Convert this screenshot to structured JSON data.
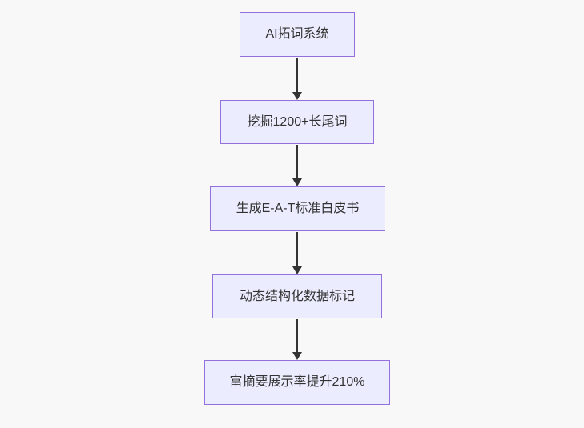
{
  "diagram": {
    "type": "flowchart",
    "direction": "top-down",
    "nodes": [
      {
        "id": "A",
        "label": "AI拓词系统"
      },
      {
        "id": "B",
        "label": "挖掘1200+长尾词"
      },
      {
        "id": "C",
        "label": "生成E-A-T标准白皮书"
      },
      {
        "id": "D",
        "label": "动态结构化数据标记"
      },
      {
        "id": "E",
        "label": "富摘要展示率提升210%"
      }
    ],
    "edges": [
      {
        "from": "A",
        "to": "B",
        "arrow": "down"
      },
      {
        "from": "B",
        "to": "C",
        "arrow": "down"
      },
      {
        "from": "C",
        "to": "D",
        "arrow": "down"
      },
      {
        "from": "D",
        "to": "E",
        "arrow": "down"
      }
    ],
    "colors": {
      "background": "#f8f8f8",
      "node_fill": "#ECECFF",
      "node_border": "#9370DB",
      "text": "#333333",
      "arrow": "#333333"
    }
  }
}
